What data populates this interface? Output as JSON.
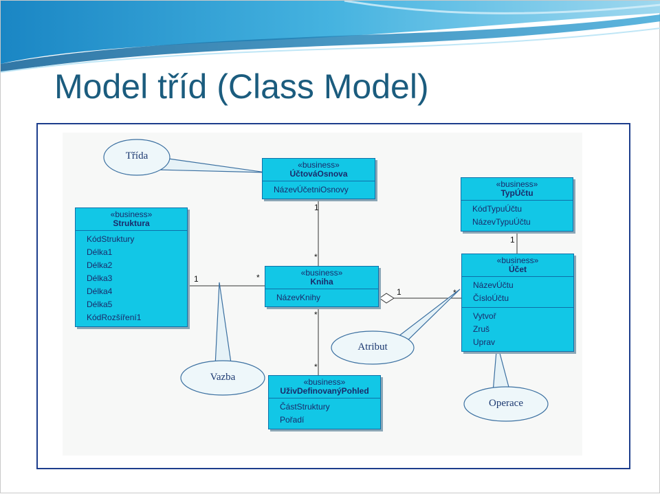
{
  "title": "Model tříd  (Class Model)",
  "classes": {
    "ucetni_osnova": {
      "stereotype": "«business»",
      "name": "ÚčtováOsnova",
      "attributes": [
        "NázevÚčetniOsnovy"
      ],
      "operations": []
    },
    "struktura": {
      "stereotype": "«business»",
      "name": "Struktura",
      "attributes": [
        "KódStruktury",
        "Délka1",
        "Délka2",
        "Délka3",
        "Délka4",
        "Délka5",
        "KódRozšíření1"
      ],
      "operations": []
    },
    "kniha": {
      "stereotype": "«business»",
      "name": "Kniha",
      "attributes": [
        "NázevKnihy"
      ],
      "operations": []
    },
    "typ_uctu": {
      "stereotype": "«business»",
      "name": "TypÚčtu",
      "attributes": [
        "KódTypuÚčtu",
        "NázevTypuÚčtu"
      ],
      "operations": []
    },
    "ucet": {
      "stereotype": "«business»",
      "name": "Účet",
      "attributes": [
        "NázevÚčtu",
        "ČísloÚčtu"
      ],
      "operations": [
        "Vytvoř",
        "Zruš",
        "Uprav"
      ]
    },
    "pohled": {
      "stereotype": "«business»",
      "name": "UživDefinovanýPohled",
      "attributes": [
        "ČástStruktury",
        "Pořadí"
      ],
      "operations": []
    }
  },
  "multiplicities": {
    "osnova_kniha_top": "1",
    "osnova_kniha_bottom": "*",
    "struktura_kniha_left": "1",
    "struktura_kniha_right": "*",
    "kniha_pohled_top": "*",
    "kniha_pohled_bottom": "*",
    "kniha_ucet_left": "1",
    "kniha_ucet_right": "*",
    "typ_ucet_top": "1"
  },
  "callouts": {
    "trida": "Třída",
    "vazba": "Vazba",
    "atribut": "Atribut",
    "operace": "Operace"
  },
  "colors": {
    "class_fill": "#12c7e6",
    "class_border": "#0e6fa8",
    "title": "#1b5c7e",
    "frame": "#1c3d8c"
  }
}
